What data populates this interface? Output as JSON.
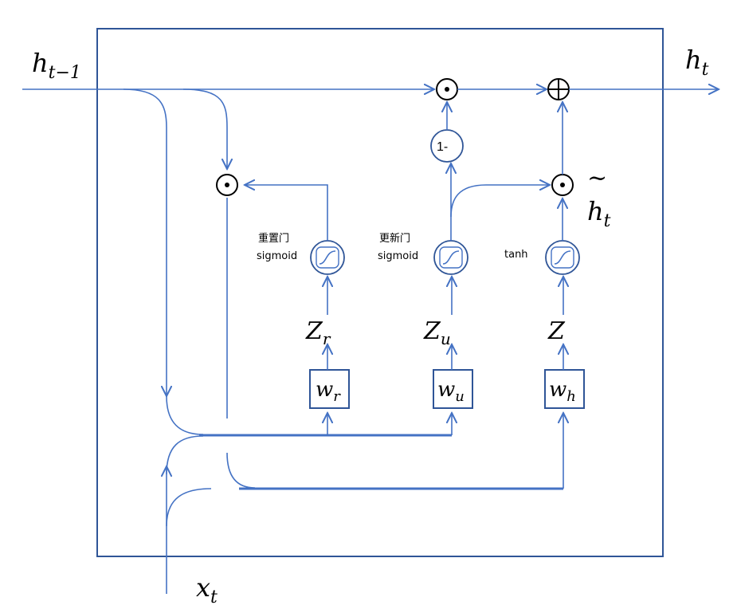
{
  "diagram": {
    "inputs": {
      "h_prev": {
        "main": "h",
        "sub": "t−1"
      },
      "x_t": {
        "main": "x",
        "sub": "t"
      }
    },
    "output": {
      "main": "h",
      "sub": "t"
    },
    "candidate": {
      "main": "h",
      "sub": "t",
      "accent": "~"
    },
    "gates": {
      "reset": {
        "label_cn": "重置门",
        "activation": "sigmoid",
        "z_main": "Z",
        "z_sub": "r",
        "w_main": "w",
        "w_sub": "r"
      },
      "update": {
        "label_cn": "更新门",
        "activation": "sigmoid",
        "z_main": "Z",
        "z_sub": "u",
        "w_main": "w",
        "w_sub": "u"
      },
      "candidate": {
        "activation": "tanh",
        "z_main": "Z",
        "w_main": "w",
        "w_sub": "h"
      }
    },
    "ops": {
      "one_minus": "1-",
      "hadamard": "⊙",
      "add": "⊕"
    },
    "colors": {
      "line": "#4472C4",
      "box": "#2F5597",
      "text": "#000000"
    }
  }
}
